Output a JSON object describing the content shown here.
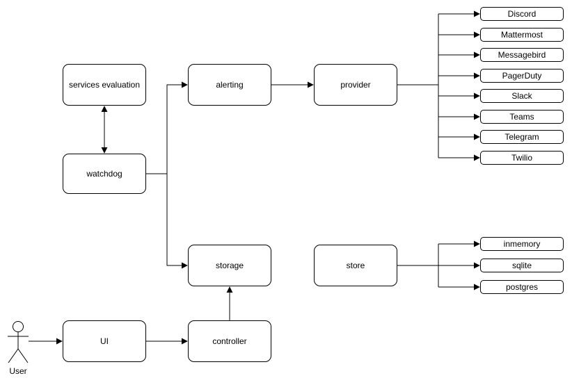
{
  "colors": {
    "background": "#ffffff",
    "stroke": "#000000",
    "node_fill": "#ffffff",
    "text": "#000000"
  },
  "nodes": {
    "services_evaluation": "services evaluation",
    "watchdog": "watchdog",
    "alerting": "alerting",
    "provider": "provider",
    "storage": "storage",
    "store": "store",
    "ui": "UI",
    "controller": "controller"
  },
  "providers": [
    "Discord",
    "Mattermost",
    "Messagebird",
    "PagerDuty",
    "Slack",
    "Teams",
    "Telegram",
    "Twilio"
  ],
  "stores": [
    "inmemory",
    "sqlite",
    "postgres"
  ],
  "actor": {
    "label": "User"
  }
}
